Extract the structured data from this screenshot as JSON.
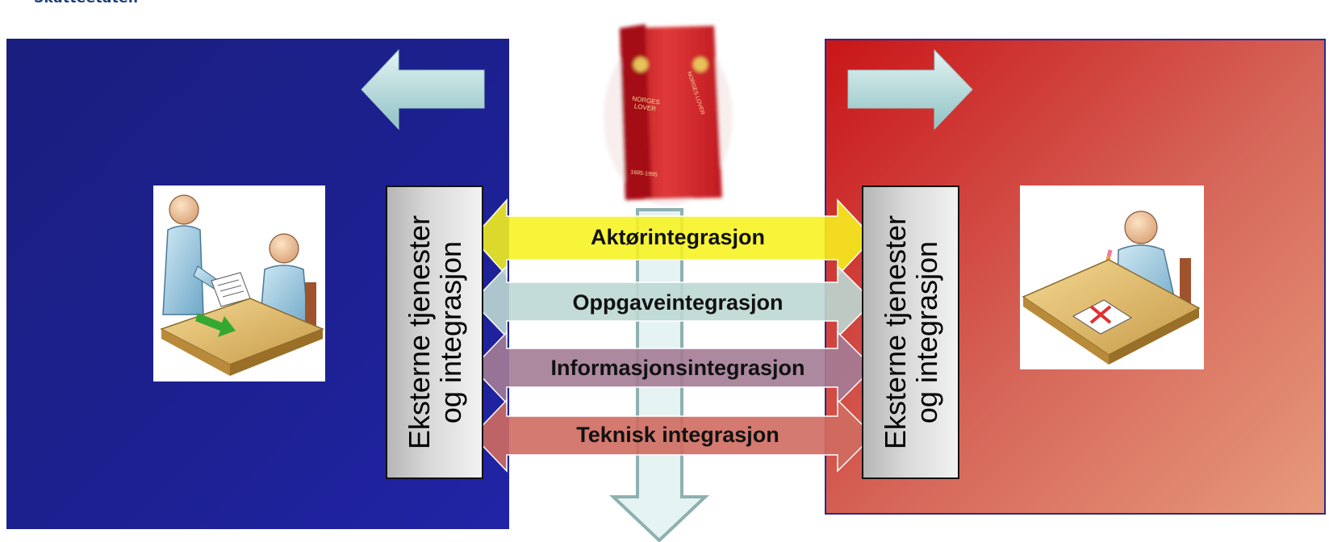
{
  "header": {
    "brand": "Skatteetaten"
  },
  "book": {
    "spine_text": "NORGES LOVER",
    "cover_text": "NORGES LOVER",
    "years": "1685-1995"
  },
  "left_box": {
    "label": "Eksterne tjenester\nog integrasjon"
  },
  "right_box": {
    "label": "Eksterne tjenester\nog integrasjon"
  },
  "bands": [
    {
      "label": "Aktørintegrasjon",
      "color": "#f7f21e"
    },
    {
      "label": "Oppgaveintegrasjon",
      "color": "#bcd8d3"
    },
    {
      "label": "Informasjonsintegrasjon",
      "color": "#a47c96"
    },
    {
      "label": "Teknisk integrasjon",
      "color": "#cf6b60"
    }
  ],
  "colors": {
    "left_panel": "#1c2090",
    "right_panel": "#c91518",
    "arrow_fill": "#aed3d4",
    "down_arrow_fill": "#e6f3f3"
  }
}
